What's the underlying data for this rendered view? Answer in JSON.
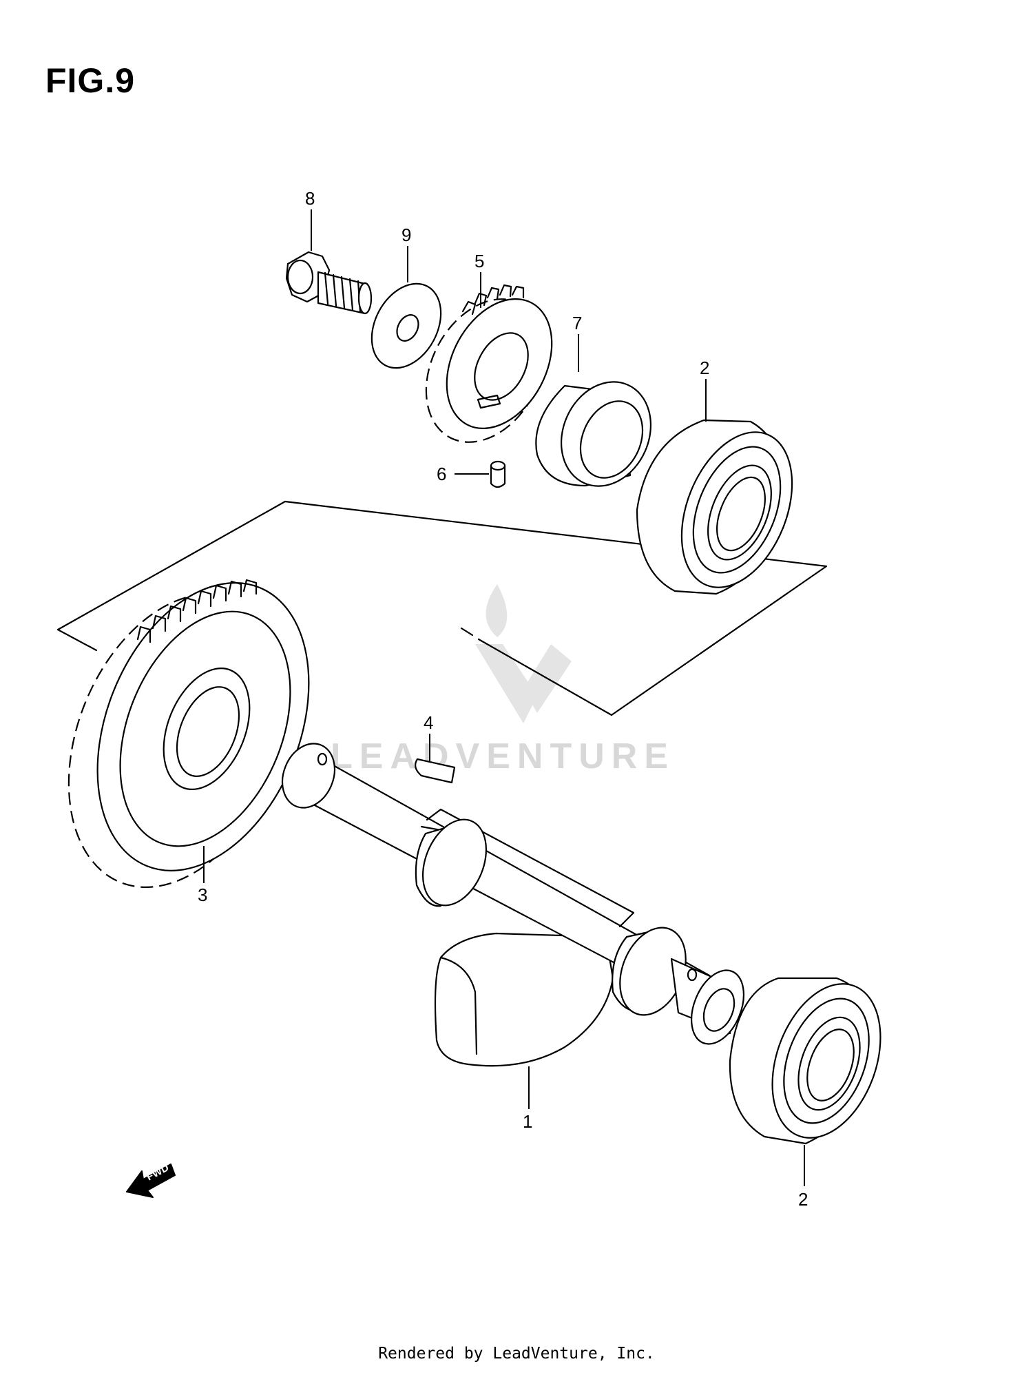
{
  "figure": {
    "title": "FIG.9"
  },
  "callouts": {
    "c8": "8",
    "c9": "9",
    "c5": "5",
    "c7": "7",
    "c2_top": "2",
    "c6": "6",
    "c4": "4",
    "c3": "3",
    "c1": "1",
    "c2_bottom": "2"
  },
  "direction_arrow": {
    "label": "FWD"
  },
  "watermark": {
    "text": "LEADVENTURE"
  },
  "footer": {
    "text": "Rendered by LeadVenture, Inc."
  }
}
